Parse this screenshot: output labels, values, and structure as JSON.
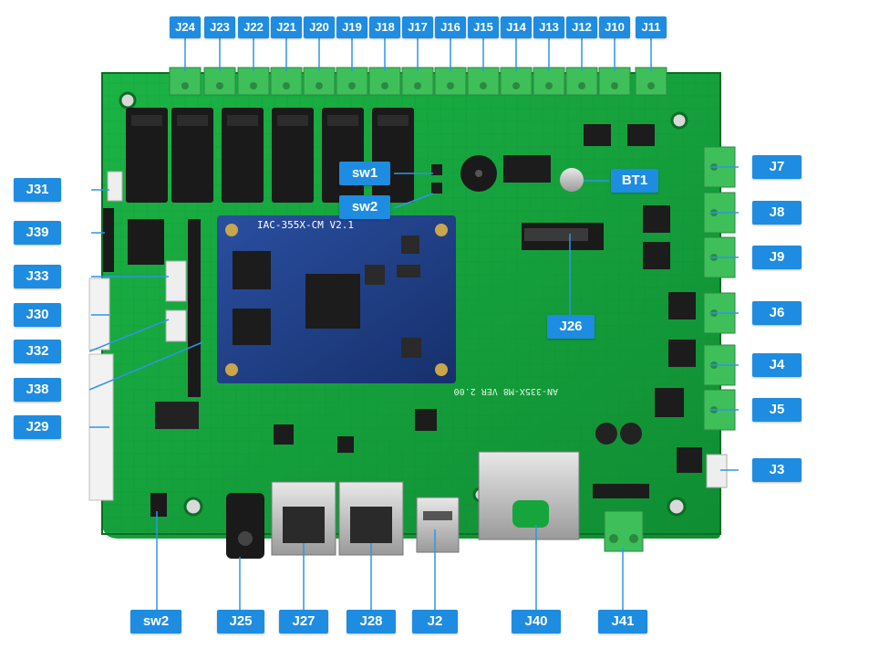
{
  "colors": {
    "callout_bg": "#1e8ce0",
    "callout_text": "#ffffff",
    "pcb_green": "#16a53c",
    "pcb_dark": "#0d7a2a",
    "module_blue": "#1f3f86",
    "terminal_green": "#3fbf5a",
    "relay_black": "#1a1a1a"
  },
  "board": {
    "module_silkscreen": "IAC-355X-CM V2.1",
    "board_silkscreen": "AN-335X-M8 VER 2.00"
  },
  "labels": {
    "J24": "J24",
    "J23": "J23",
    "J22": "J22",
    "J21": "J21",
    "J20": "J20",
    "J19": "J19",
    "J18": "J18",
    "J17": "J17",
    "J16": "J16",
    "J15": "J15",
    "J14": "J14",
    "J13": "J13",
    "J12": "J12",
    "J10": "J10",
    "J11": "J11",
    "J31": "J31",
    "J39": "J39",
    "J33": "J33",
    "J30": "J30",
    "J32": "J32",
    "J38": "J38",
    "J29": "J29",
    "sw1": "sw1",
    "sw2_top": "sw2",
    "BT1": "BT1",
    "J26": "J26",
    "J7": "J7",
    "J8": "J8",
    "J9": "J9",
    "J6": "J6",
    "J4": "J4",
    "J5": "J5",
    "J3": "J3",
    "sw2_bottom": "sw2",
    "J25": "J25",
    "J27": "J27",
    "J28": "J28",
    "J2": "J2",
    "J40": "J40",
    "J41": "J41"
  }
}
